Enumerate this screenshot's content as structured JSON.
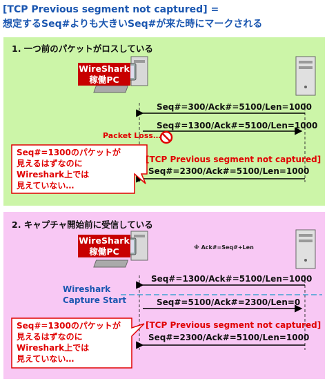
{
  "title": {
    "line1": "[TCP Previous segment not captured] =",
    "line2": "想定するSeq#よりも大きいSeq#が来た時にマークされる"
  },
  "panel1": {
    "heading": "1. 一つ前のパケットがロスしている",
    "wireshark_label_1": "WireShark",
    "wireshark_label_2": "稼働PC",
    "msg1": "Seq#=300/Ack#=5100/Len=1000",
    "msg2": "Seq#=1300/Ack#=5100/Len=1000",
    "packet_loss": "Packet Loss…",
    "mark": "[TCP Previous segment not captured]",
    "msg3": "Seq#=2300/Ack#=5100/Len=1000",
    "callout": [
      "Seq#=1300のパケットが",
      "見えるはずなのに",
      "Wireshark上では",
      "見えていない…"
    ]
  },
  "panel2": {
    "heading": "2. キャプチャ開始前に受信している",
    "wireshark_label_1": "WireShark",
    "wireshark_label_2": "稼働PC",
    "note": "※ Ack#=Seq#+Len",
    "msg1": "Seq#=1300/Ack#=5100/Len=1000",
    "capture_start_1": "Wireshark",
    "capture_start_2": "Capture Start",
    "msg2": "Seq#=5100/Ack#=2300/Len=0",
    "mark": "[TCP Previous segment not captured]",
    "msg3": "Seq#=2300/Ack#=5100/Len=1000",
    "callout": [
      "Seq#=1300のパケットが",
      "見えるはずなのに",
      "Wireshark上では",
      "見えていない…"
    ]
  },
  "colors": {
    "title_blue": "#1a56b0",
    "panel1_bg": "#ccf5a8",
    "panel2_bg": "#f8c8f4",
    "alert_red": "#e00000",
    "wireshark_box": "#c80000"
  },
  "icons": [
    "pc-icon",
    "server-icon",
    "no-entry-icon"
  ]
}
